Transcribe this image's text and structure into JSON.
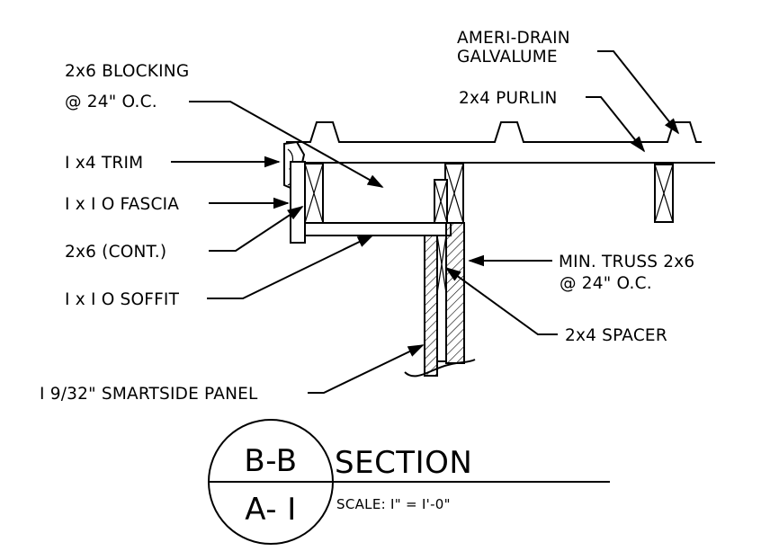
{
  "labels": {
    "ameri_drain": "AMERI-DRAIN",
    "galvalume": "GALVALUME",
    "purlin": "2x4 PURLIN",
    "blocking": "2x6 BLOCKING",
    "blocking_spacing": "@ 24\" O.C.",
    "trim": "I x4 TRIM",
    "fascia": "I x I O FASCIA",
    "cont": "2x6 (CONT.)",
    "soffit": "I x I O SOFFIT",
    "truss": "MIN. TRUSS 2x6",
    "truss_spacing": "@ 24\" O.C.",
    "spacer": "2x4 SPACER",
    "panel": "I 9/32\" SMARTSIDE PANEL"
  },
  "title_block": {
    "detail_id": "B-B",
    "sheet_id": "A- I",
    "title": "SECTION",
    "scale": "SCALE:  I\" = I'-0\""
  }
}
